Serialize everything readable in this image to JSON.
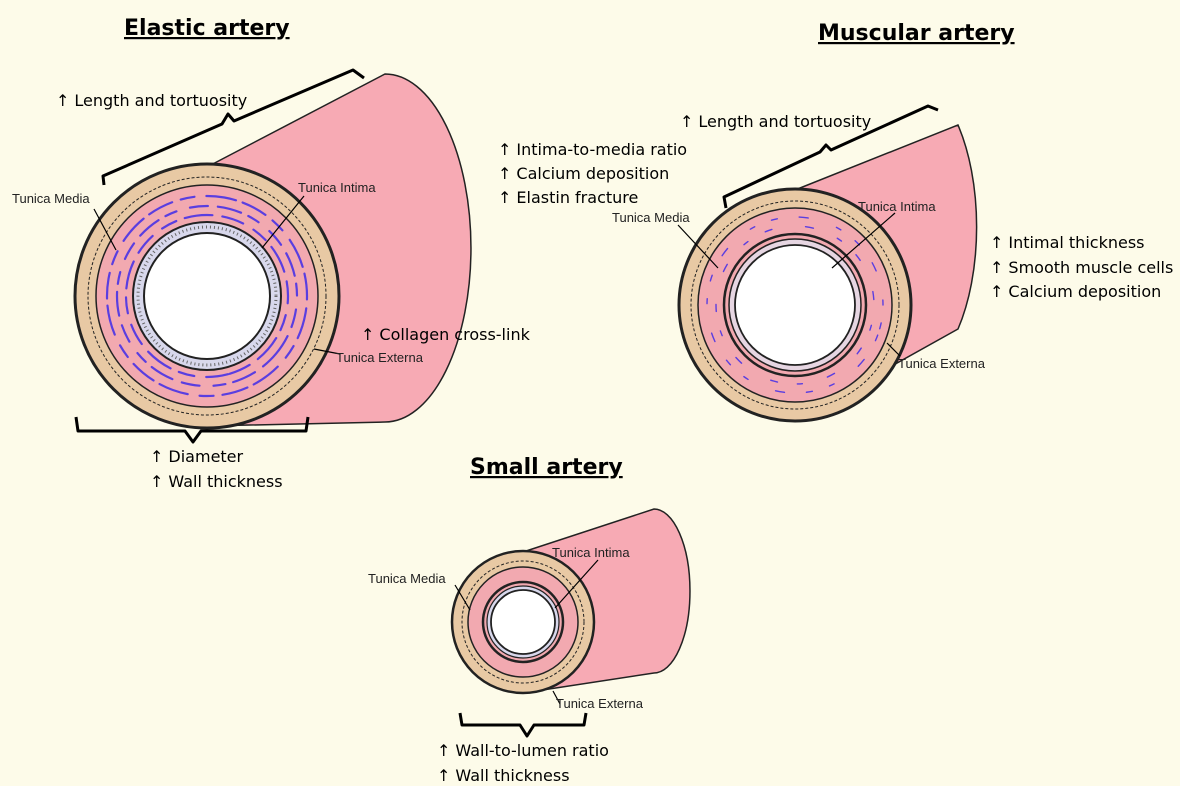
{
  "diagram": {
    "colors": {
      "background": "#fdfbe9",
      "vessel_body": "#f7aab4",
      "tunica_externa": "#e8c9a4",
      "tunica_media": "#f2a9b0",
      "elastin_fibers": "#5a3ee0",
      "lumen": "#ffffff"
    },
    "elastic": {
      "title": "Elastic artery",
      "arrow": "↑",
      "length_note": "Length and tortuosity",
      "wall_notes": [
        "Intima-to-media ratio",
        "Calcium deposition",
        "Elastin fracture"
      ],
      "collagen_note": "Collagen cross-link",
      "bottom_notes": [
        "Diameter",
        "Wall thickness"
      ],
      "labels": {
        "media": "Tunica Media",
        "intima": "Tunica Intima",
        "externa": "Tunica Externa"
      }
    },
    "muscular": {
      "title": "Muscular artery",
      "arrow": "↑",
      "length_note": "Length and tortuosity",
      "side_notes": [
        "Intimal thickness",
        "Smooth muscle cells",
        "Calcium deposition"
      ],
      "labels": {
        "media": "Tunica Media",
        "intima": "Tunica Intima",
        "externa": "Tunica Externa"
      }
    },
    "small": {
      "title": "Small artery",
      "arrow": "↑",
      "bottom_notes": [
        "Wall-to-lumen ratio",
        "Wall thickness"
      ],
      "labels": {
        "media": "Tunica Media",
        "intima": "Tunica Intima",
        "externa": "Tunica Externa"
      }
    }
  }
}
